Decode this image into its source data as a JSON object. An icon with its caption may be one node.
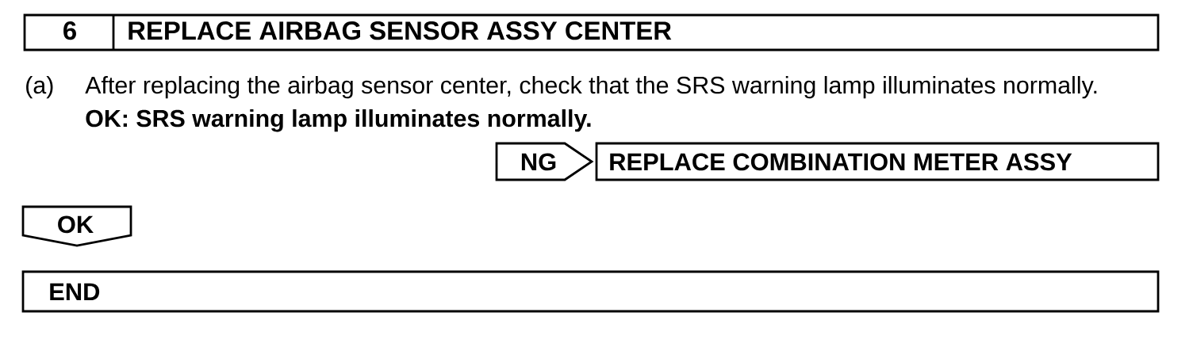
{
  "diagram": {
    "nodes": [
      {
        "text": [
          "6",
          "REPLACE AIRBAG SENSOR ASSY CENTER"
        ]
      },
      {
        "text": [
          "NG"
        ]
      },
      {
        "text": [
          "REPLACE COMBINATION METER ASSY"
        ]
      },
      {
        "text": [
          "OK"
        ]
      },
      {
        "text": [
          "END"
        ]
      }
    ],
    "labels": [
      "(a)",
      "After replacing the airbag sensor center, check that the SRS warning lamp illuminates normally.",
      "OK: SRS warning lamp illuminates normally."
    ]
  }
}
